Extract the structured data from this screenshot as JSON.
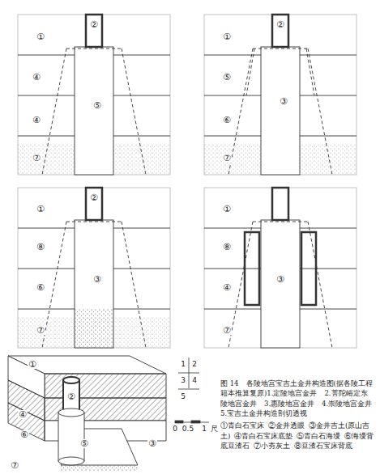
{
  "diagram": {
    "caption": "图 14　各陵地宫宝吉土金井构造图(据各陵工程籍本推算复原)1.定陵地宫金井　2.菩陀峪定东陵地宫金井　3.惠陵地宫金井　4.崇陵地宫金井　5.宝吉土金井构造剖切透视",
    "labels": [
      "①",
      "②",
      "④",
      "⑤",
      "④",
      "⑦",
      "①",
      "②",
      "⑤",
      "③",
      "⑥",
      "⑦",
      "①",
      "②",
      "⑧",
      "③",
      "⑥",
      "⑦",
      "①",
      "⑧",
      "③",
      "④",
      "⑦",
      "①",
      "②",
      "④",
      "⑤",
      "③",
      "⑥",
      "⑦",
      "1",
      "2",
      "3",
      "4",
      "5",
      "0",
      "0.5",
      "1",
      "尺",
      "①青白石宝床",
      "②金井透眼",
      "③金井吉土(原山吉土)",
      "④青白石宝床底垫",
      "⑤青白石海墁",
      "⑥海墁背底豆渣石",
      "⑦小夯灰土",
      "⑧豆渣石宝床背底"
    ]
  }
}
